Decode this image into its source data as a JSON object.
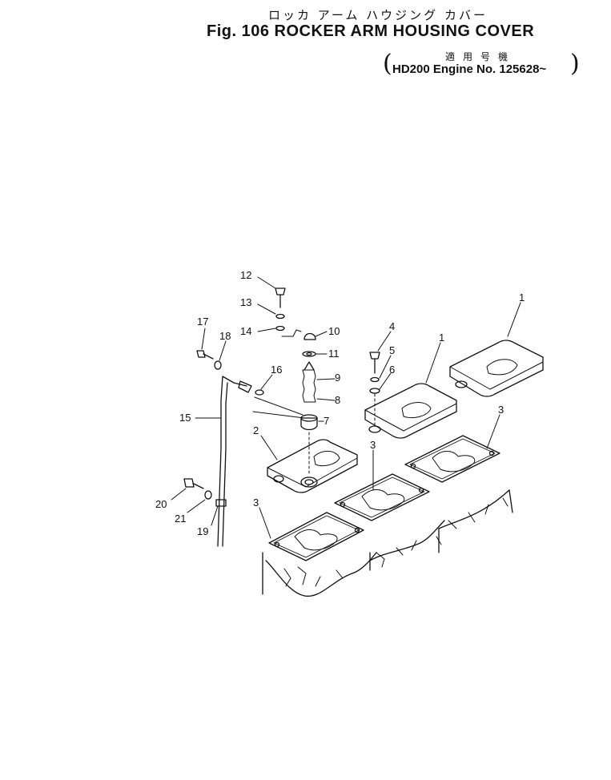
{
  "header": {
    "title_jp": "ロッカ アーム ハウジング カバー",
    "title": "Fig. 106 ROCKER ARM HOUSING COVER",
    "applicability_jp": "適用号機",
    "applicability": "HD200 Engine No. 125628~"
  },
  "callouts": [
    "1",
    "1",
    "2",
    "3",
    "3",
    "3",
    "4",
    "5",
    "6",
    "7",
    "8",
    "9",
    "10",
    "11",
    "12",
    "13",
    "14",
    "15",
    "16",
    "17",
    "18",
    "19",
    "20",
    "21"
  ]
}
